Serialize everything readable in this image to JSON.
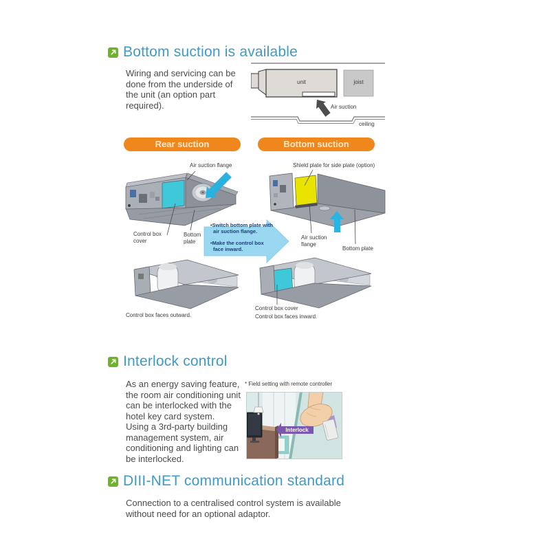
{
  "colors": {
    "heading_blue": "#3e9ac7",
    "icon_green": "#6db32b",
    "button_orange": "#f0871d",
    "panel_cyan": "#3ec8da",
    "panel_yellow": "#e9e300",
    "small_arrow_blue": "#29b2e0",
    "big_arrow_blue": "#9ad7f0",
    "note_navy": "#1b3f77",
    "interlock_purple": "#7b57ad"
  },
  "sections": {
    "bottom_suction": {
      "title": "Bottom suction is available",
      "body": "Wiring and servicing can be\ndone from the underside of\nthe unit (an option part\nrequired).",
      "top_diagram": {
        "unit": "unit",
        "joist": "joist",
        "air_suction": "Air suction",
        "ceiling": "ceiling"
      },
      "rear_button": "Rear suction",
      "bottom_button": "Bottom suction",
      "rear_diagram": {
        "air_suction_flange": "Air suction flange",
        "control_box_cover": "Control box\ncover",
        "bottom_plate": "Bottom\nplate",
        "caption": "Control box faces outward."
      },
      "bottom_diagram": {
        "shield_plate": "Shield plate for side plate (option)",
        "air_suction_flange": "Air suction\nflange",
        "bottom_plate": "Bottom plate",
        "control_box_cover": "Control box cover",
        "caption": "Control box faces inward."
      },
      "arrow_notes": {
        "note1": "•Switch bottom plate with\nair suction flange.",
        "note2": "•Make the control box\nface inward."
      }
    },
    "interlock": {
      "title": "Interlock control",
      "body": "As an energy saving feature,\nthe room air conditioning unit\ncan be interlocked with the\nhotel key card system.\nUsing a 3rd-party building\nmanagement system, air\nconditioning and lighting can\nbe interlocked.",
      "field_note": "* Field setting with remote controller",
      "arrow_label": "Interlock"
    },
    "diii_net": {
      "title": "DIII-NET communication standard",
      "body": "Connection to a centralised control system is available\nwithout need for an optional adaptor."
    }
  }
}
